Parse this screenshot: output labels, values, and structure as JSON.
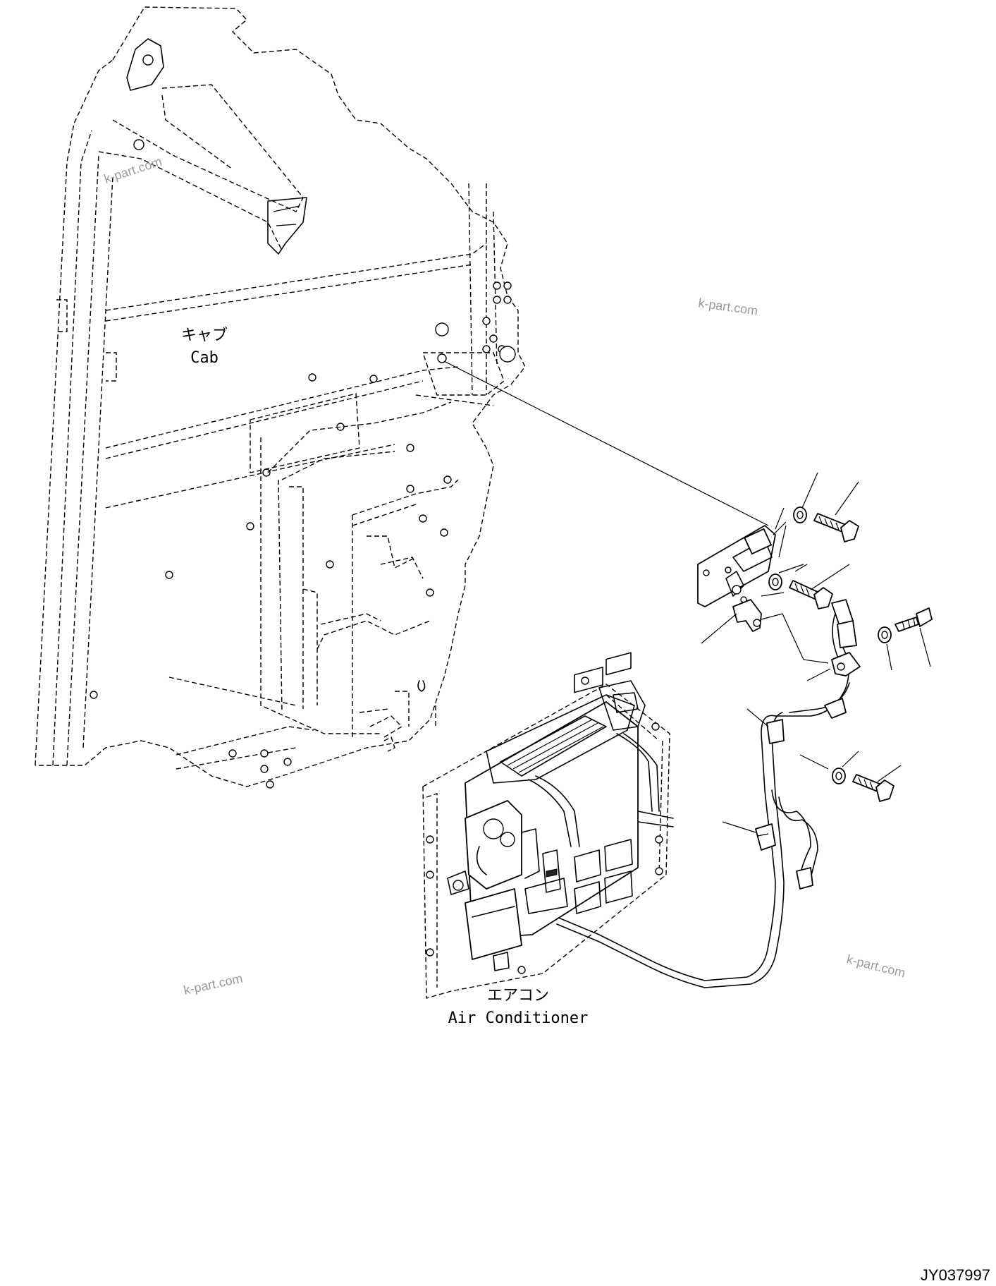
{
  "labels": {
    "cab_jp": "キャブ",
    "cab_en": "Cab",
    "ac_jp": "エアコン",
    "ac_en": "Air Conditioner"
  },
  "watermarks": [
    "k-part.com",
    "k-part.com",
    "k-part.com",
    "k-part.com"
  ],
  "drawing_code": "JY037997",
  "colors": {
    "line": "#000000",
    "background": "#ffffff",
    "watermark": "#9a9a9a"
  }
}
